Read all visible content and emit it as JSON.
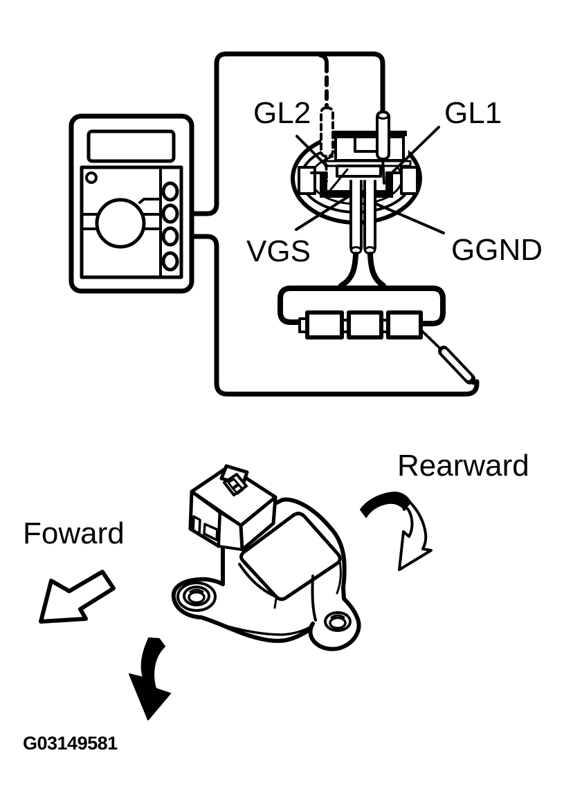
{
  "page": {
    "background": "#ffffff",
    "line_color": "#000000"
  },
  "figure_id": "G03149581",
  "top_diagram": {
    "labels": {
      "gl2": "GL2",
      "gl1": "GL1",
      "vgs": "VGS",
      "ggnd": "GGND"
    },
    "icons": [
      "multimeter-icon",
      "connector-face-icon",
      "test-probe-gl2-icon",
      "test-probe-gl1-icon",
      "test-lead-vgs-icon",
      "test-lead-ggnd-icon",
      "battery-pack-icon",
      "probe-pen-icon"
    ]
  },
  "bottom_diagram": {
    "labels": {
      "forward": "Foward",
      "rearward": "Rearward"
    },
    "icons": [
      "sensor-icon",
      "forward-arrow-icon",
      "rearward-rotation-arrow-icon",
      "downward-rotation-arrow-icon"
    ]
  }
}
